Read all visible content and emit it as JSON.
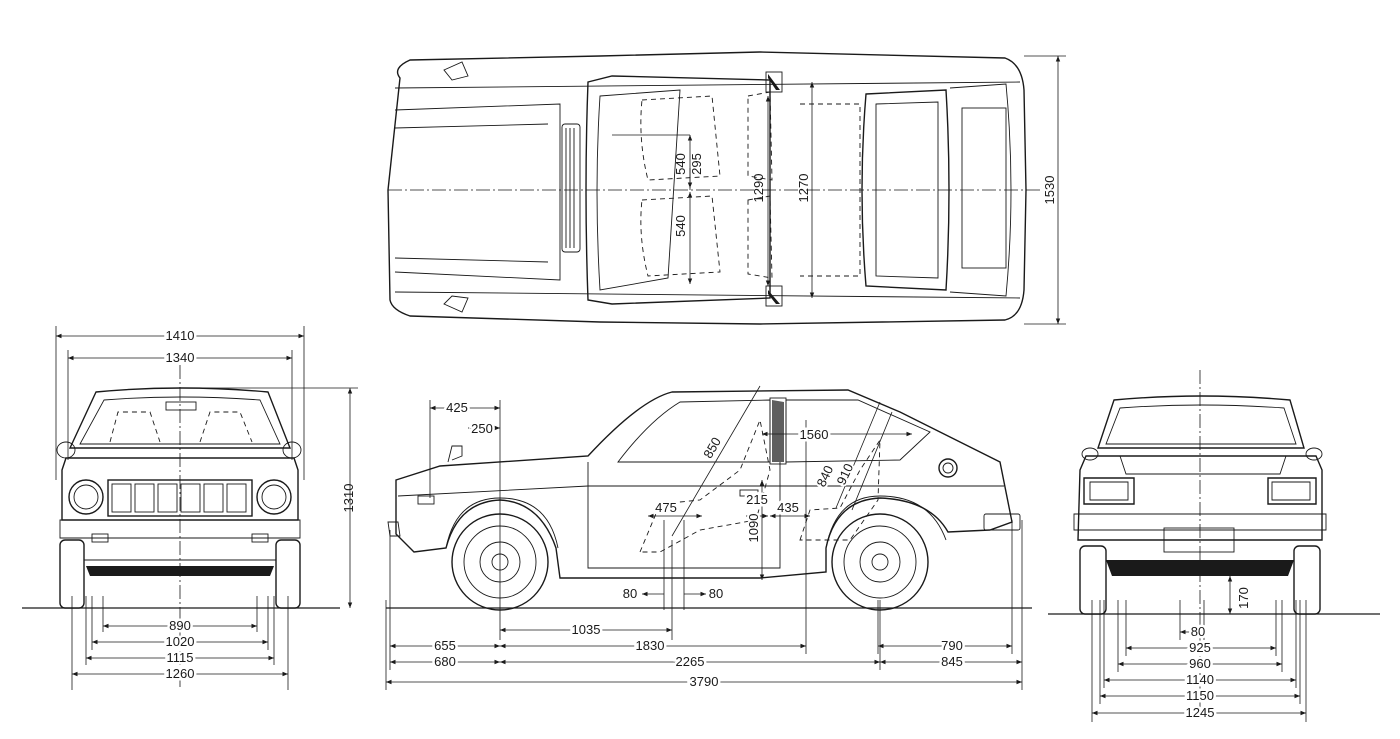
{
  "top_view": {
    "width_overall": "1530",
    "width_interior": "1270",
    "width_seats": "1290",
    "seat_front": "540",
    "seat_gap": "295",
    "seat_rear": "540"
  },
  "front_view": {
    "width_top": "1410",
    "width_second": "1340",
    "height": "1310",
    "b1": "890",
    "b2": "1020",
    "b3": "1115",
    "b4": "1260"
  },
  "side_view": {
    "d425": "425",
    "d250": "250",
    "d850": "850",
    "d1560": "1560",
    "d840": "840",
    "d910": "910",
    "d475": "475",
    "d215": "215",
    "d435": "435",
    "d1090": "1090",
    "d80a": "80",
    "d80b": "80",
    "d1035": "1035",
    "d655": "655",
    "d1830": "1830",
    "d790": "790",
    "d680": "680",
    "d2265": "2265",
    "d845": "845",
    "d3790": "3790"
  },
  "rear_view": {
    "clearance": "170",
    "b1": "80",
    "b2": "925",
    "b3": "960",
    "b4": "1140",
    "b5": "1150",
    "b6": "1245"
  }
}
